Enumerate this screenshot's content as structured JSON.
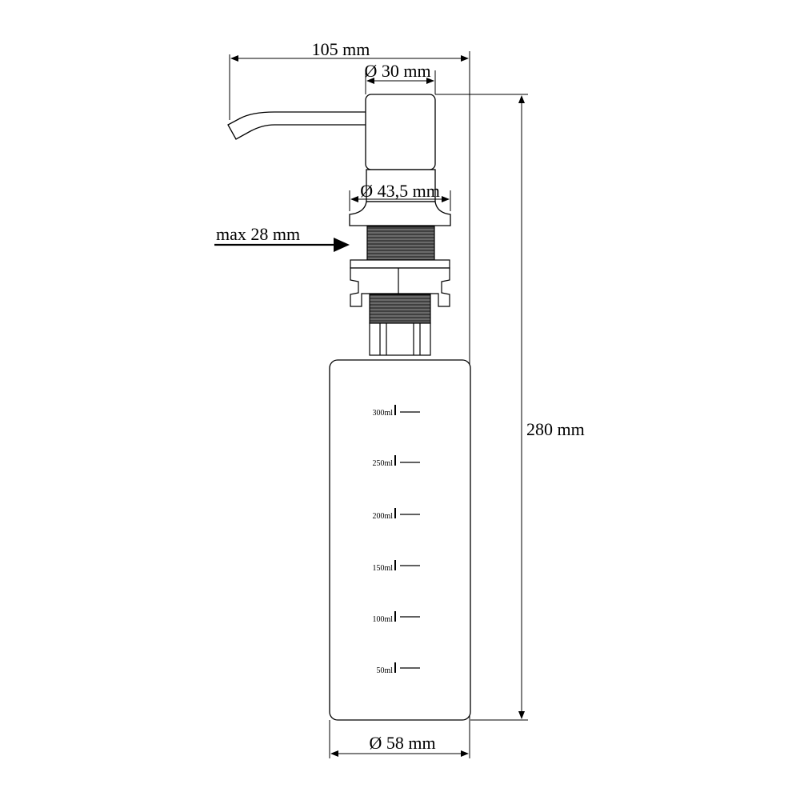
{
  "dimensions": {
    "spout_reach": "105 mm",
    "head_diameter": "Ø 30 mm",
    "collar_diameter": "Ø 43,5 mm",
    "max_thickness": "max 28 mm",
    "total_height": "280 mm",
    "bottle_diameter": "Ø 58 mm"
  },
  "bottle_scale": [
    {
      "label": "300ml"
    },
    {
      "label": "250ml"
    },
    {
      "label": "200ml"
    },
    {
      "label": "150ml"
    },
    {
      "label": "100ml"
    },
    {
      "label": "50ml"
    }
  ],
  "colors": {
    "line": "#000000",
    "thread": "#4a4a4a",
    "background": "#ffffff"
  }
}
